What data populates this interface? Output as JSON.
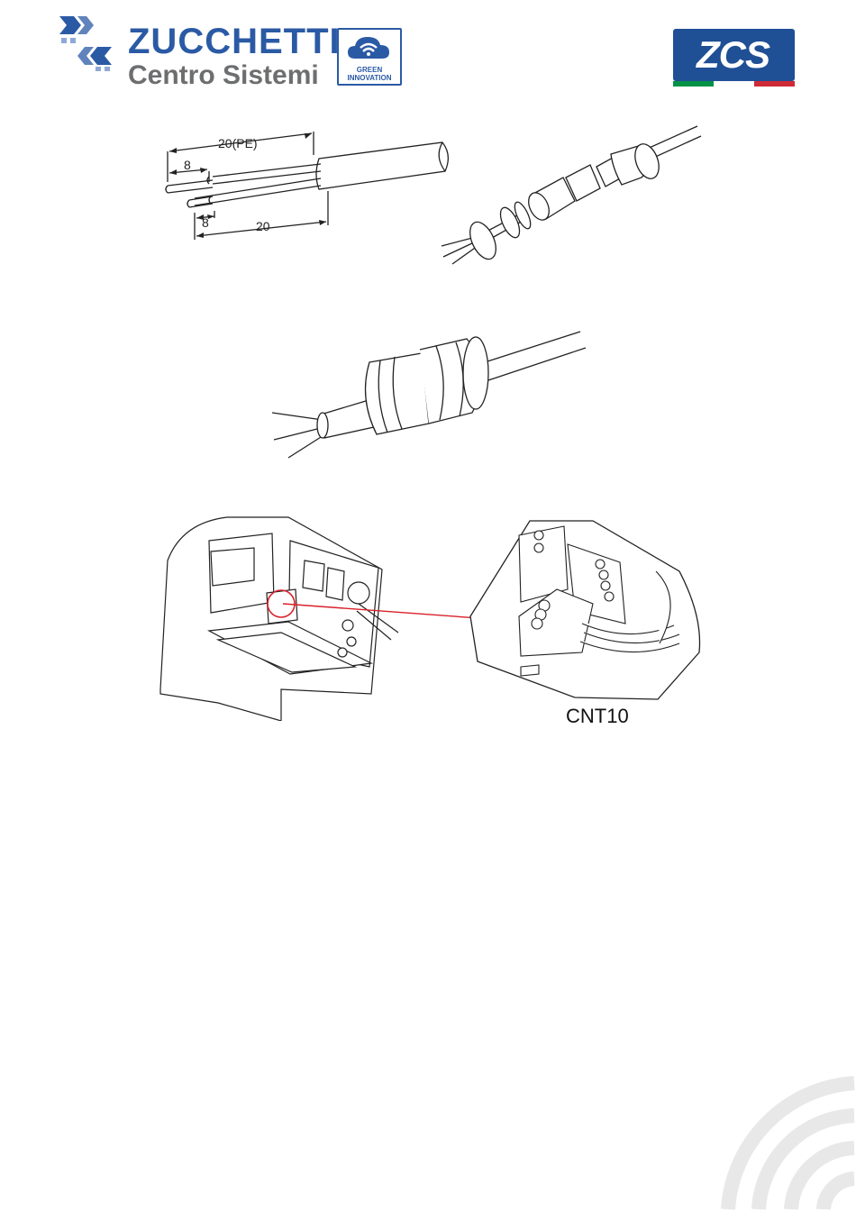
{
  "header": {
    "brand_name": "ZUCCHETTI",
    "brand_subtitle": "Centro Sistemi",
    "badge_line1": "GREEN",
    "badge_line2": "INNOVATION",
    "right_logo_text": "ZCS",
    "colors": {
      "brand_blue": "#2b5aa5",
      "brand_grey": "#6d6e70",
      "flag_green": "#009246",
      "flag_white": "#ffffff",
      "flag_red": "#ce2b37",
      "callout_red": "#d9202a"
    }
  },
  "figure1": {
    "dim_top": "20(PE)",
    "dim_left_top": "8",
    "dim_left_bottom": "8",
    "dim_bottom": "20"
  },
  "figure3": {
    "connector_label": "CNT10"
  },
  "icons": [
    "arrows-logo-icon",
    "wifi-cloud-icon",
    "wave-watermark-icon"
  ]
}
